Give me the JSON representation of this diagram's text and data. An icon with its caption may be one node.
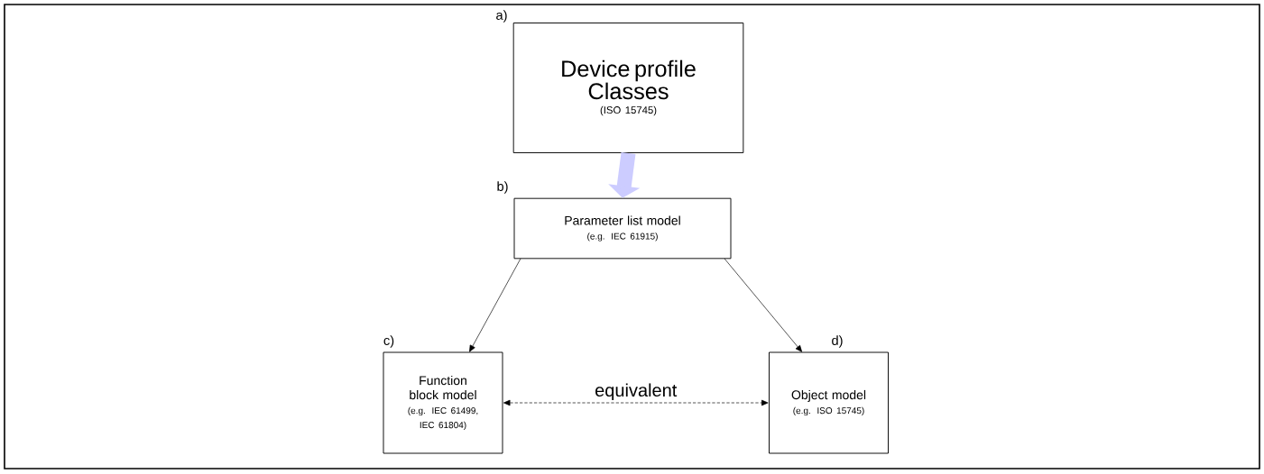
{
  "diagram": {
    "nodes": [
      {
        "text": [
          "Device profile Classes",
          "(ISO 15745)"
        ],
        "beside": [
          "a)"
        ]
      },
      {
        "text": [
          "Parameter list model",
          "(e.g. IEC 61915)"
        ],
        "beside": [
          "b)"
        ]
      },
      {
        "text": [
          "Function block model",
          "(e.g. IEC 61499, IEC 61804)"
        ],
        "beside": [
          "c)"
        ]
      },
      {
        "text": [
          "Object model",
          "(e.g. ISO 15745)"
        ],
        "beside": [
          "d)"
        ]
      }
    ],
    "edges": [
      {
        "from": 0,
        "to": 1,
        "arrow": "to",
        "style": "thick",
        "color": "#ccccff"
      },
      {
        "from": 1,
        "to": 2,
        "arrow": "to"
      },
      {
        "from": 1,
        "to": 3,
        "arrow": "to"
      },
      {
        "from": 2,
        "to": 3,
        "arrow": "both",
        "style": "dashed",
        "label": "equivalent"
      }
    ]
  }
}
